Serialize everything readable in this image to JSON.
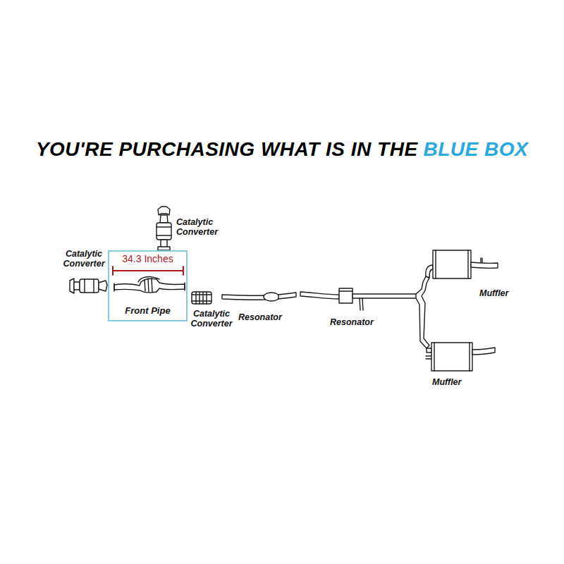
{
  "diagram": {
    "title": "YOU'RE PURCHASING WHAT IS IN THE",
    "nodes": [
      {
        "text": [
          "34.3 Inches",
          "Front Pipe"
        ]
      }
    ],
    "edges": [],
    "labels": [
      "BLUE BOX",
      "Catalytic Converter",
      "Catalytic Converter",
      "Catalytic Converter",
      "Resonator",
      "Resonator",
      "Muffler",
      "Muffler"
    ]
  }
}
